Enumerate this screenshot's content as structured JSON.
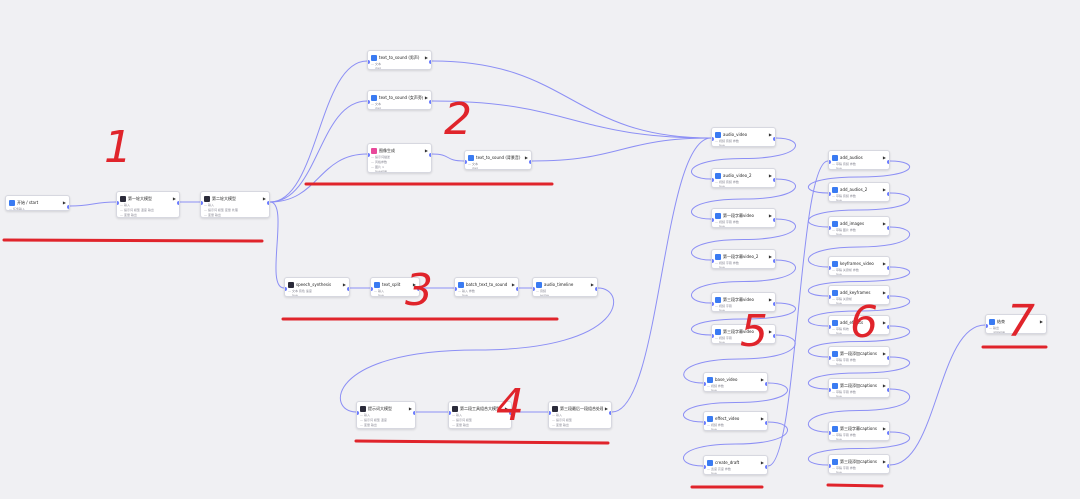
{
  "colors": {
    "edge": "#8c8ff5",
    "annotation": "#e0242b",
    "node_border": "#d7d8e0",
    "icon_blue": "#3a7bf2",
    "icon_dark": "#2b2b3a",
    "icon_pink": "#e8489a"
  },
  "annotations": [
    "1",
    "2",
    "3",
    "4",
    "5",
    "6",
    "7"
  ],
  "nodes": [
    {
      "id": "start",
      "title": "开始 / start",
      "icon": "icon_blue",
      "lines": [
        "— 任务输入",
        "— 配置项"
      ]
    },
    {
      "id": "llm1",
      "title": "第一轮大模型",
      "icon": "icon_dark",
      "lines": [
        "— 输入",
        "— 提示词  模型  温度  输出",
        "— 变量  输出"
      ]
    },
    {
      "id": "llm2",
      "title": "第二轮大模型",
      "icon": "icon_dark",
      "lines": [
        "— 输入",
        "— 提示词  模型  变量  处理",
        "— 变量  输出"
      ]
    },
    {
      "id": "tts1",
      "title": "text_to_sound (男声)",
      "icon": "icon_blue",
      "lines": [
        "— 文本",
        "— 音频"
      ]
    },
    {
      "id": "tts2",
      "title": "text_to_sound (女声旁白)",
      "icon": "icon_blue",
      "lines": [
        "— 文本",
        "— 音频"
      ]
    },
    {
      "id": "img",
      "title": "图像生成",
      "icon": "icon_pink",
      "lines": [
        "— 提示词描述",
        "— 风格参数",
        "— 图片 ×",
        "— 输出结果"
      ]
    },
    {
      "id": "tts3",
      "title": "text_to_sound (背景音)",
      "icon": "icon_blue",
      "lines": [
        "— 文本",
        "— 音频"
      ]
    },
    {
      "id": "sp",
      "title": "speech_synthesis",
      "icon": "icon_dark",
      "lines": [
        "— 文本  音色  速度",
        "— 输出"
      ]
    },
    {
      "id": "s2",
      "title": "text_split",
      "icon": "icon_blue",
      "lines": [
        "— 输入",
        "— 输出"
      ]
    },
    {
      "id": "s3",
      "title": "batch_text_to_sound",
      "icon": "icon_blue",
      "lines": [
        "— 输入  参数",
        "— 输出"
      ]
    },
    {
      "id": "s4",
      "title": "audio_timeline",
      "icon": "icon_blue",
      "lines": [
        "— 音频",
        "— 时间线"
      ]
    },
    {
      "id": "d1",
      "title": "提示词大模型",
      "icon": "icon_dark",
      "lines": [
        "— 输入",
        "— 提示词  模型  温度",
        "— 变量  输出"
      ]
    },
    {
      "id": "d2",
      "title": "第二段工具组合大模型",
      "icon": "icon_dark",
      "lines": [
        "— 输入",
        "— 提示词  模型",
        "— 变量  输出"
      ]
    },
    {
      "id": "d3",
      "title": "第三段最后一段组合处理大模型",
      "icon": "icon_dark",
      "lines": [
        "— 输入",
        "— 提示词  模型",
        "— 变量  输出"
      ]
    },
    {
      "id": "v1",
      "title": "audio_video",
      "icon": "icon_blue",
      "lines": [
        "— 视频  音频  参数",
        "— 输出"
      ]
    },
    {
      "id": "v2",
      "title": "audio_video_2",
      "icon": "icon_blue",
      "lines": [
        "— 视频  音频  参数",
        "— 输出"
      ]
    },
    {
      "id": "v3",
      "title": "第一段字幕video",
      "icon": "icon_blue",
      "lines": [
        "— 视频  字幕  参数",
        "— 输出"
      ]
    },
    {
      "id": "v4",
      "title": "第一段字幕video_2",
      "icon": "icon_blue",
      "lines": [
        "— 视频  字幕  参数",
        "— 输出"
      ]
    },
    {
      "id": "v5",
      "title": "第三段字幕video",
      "icon": "icon_blue",
      "lines": [
        "— 视频  字幕",
        "— 输出"
      ]
    },
    {
      "id": "v6",
      "title": "第三段字幕video",
      "icon": "icon_blue",
      "lines": [
        "— 视频  字幕",
        "— 输出"
      ]
    },
    {
      "id": "v7",
      "title": "base_video",
      "icon": "icon_blue",
      "lines": [
        "— 视频  参数",
        "— 输出"
      ]
    },
    {
      "id": "v8",
      "title": "effect_video",
      "icon": "icon_blue",
      "lines": [
        "— 视频  参数",
        "— 输出"
      ]
    },
    {
      "id": "v9",
      "title": "create_draft",
      "icon": "icon_blue",
      "lines": [
        "— 宽度  高度  参数",
        "— 输出"
      ]
    },
    {
      "id": "e1",
      "title": "add_audios",
      "icon": "icon_blue",
      "lines": [
        "— 草稿  音频  参数",
        "— 输出"
      ]
    },
    {
      "id": "e2",
      "title": "add_audios_2",
      "icon": "icon_blue",
      "lines": [
        "— 草稿  音频  参数",
        "— 输出"
      ]
    },
    {
      "id": "e3",
      "title": "add_images",
      "icon": "icon_blue",
      "lines": [
        "— 草稿  图片  参数",
        "— 输出"
      ]
    },
    {
      "id": "e4",
      "title": "keyframes_video",
      "icon": "icon_blue",
      "lines": [
        "— 草稿  关键帧  参数",
        "— 输出"
      ]
    },
    {
      "id": "e5",
      "title": "add_keyframes",
      "icon": "icon_blue",
      "lines": [
        "— 草稿  关键帧",
        "— 输出"
      ]
    },
    {
      "id": "e6",
      "title": "add_effects",
      "icon": "icon_blue",
      "lines": [
        "— 草稿  特效",
        "— 输出"
      ]
    },
    {
      "id": "e7",
      "title": "第一段添加captions",
      "icon": "icon_blue",
      "lines": [
        "— 草稿  字幕  参数",
        "— 输出"
      ]
    },
    {
      "id": "e8",
      "title": "第二段添加captions",
      "icon": "icon_blue",
      "lines": [
        "— 草稿  字幕  参数",
        "— 输出"
      ]
    },
    {
      "id": "e9",
      "title": "第三段字幕captions",
      "icon": "icon_blue",
      "lines": [
        "— 草稿  字幕  参数",
        "— 输出"
      ]
    },
    {
      "id": "e10",
      "title": "第三段添加captions",
      "icon": "icon_blue",
      "lines": [
        "— 草稿  字幕  参数",
        "— 输出"
      ]
    },
    {
      "id": "end",
      "title": "结束",
      "icon": "icon_blue",
      "lines": [
        "— 输出",
        "— 返回结果"
      ]
    }
  ]
}
